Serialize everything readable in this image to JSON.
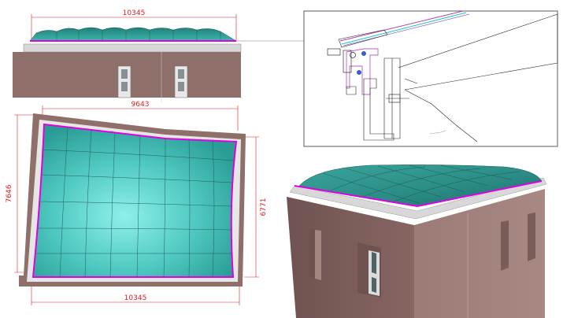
{
  "dimensions": {
    "elevation_width": "10345",
    "plan_top_width": "9643",
    "plan_left_height": "7646",
    "plan_right_height": "6771",
    "plan_bottom_width": "10345"
  },
  "colors": {
    "membrane": "#2fa8a0",
    "membrane_highlight": "#7fe3dc",
    "edge_magenta": "#e000e0",
    "wall_brown": "#8f6f6a",
    "dimension_red": "#e01b1b",
    "slab_grey": "#dcdcdc"
  }
}
